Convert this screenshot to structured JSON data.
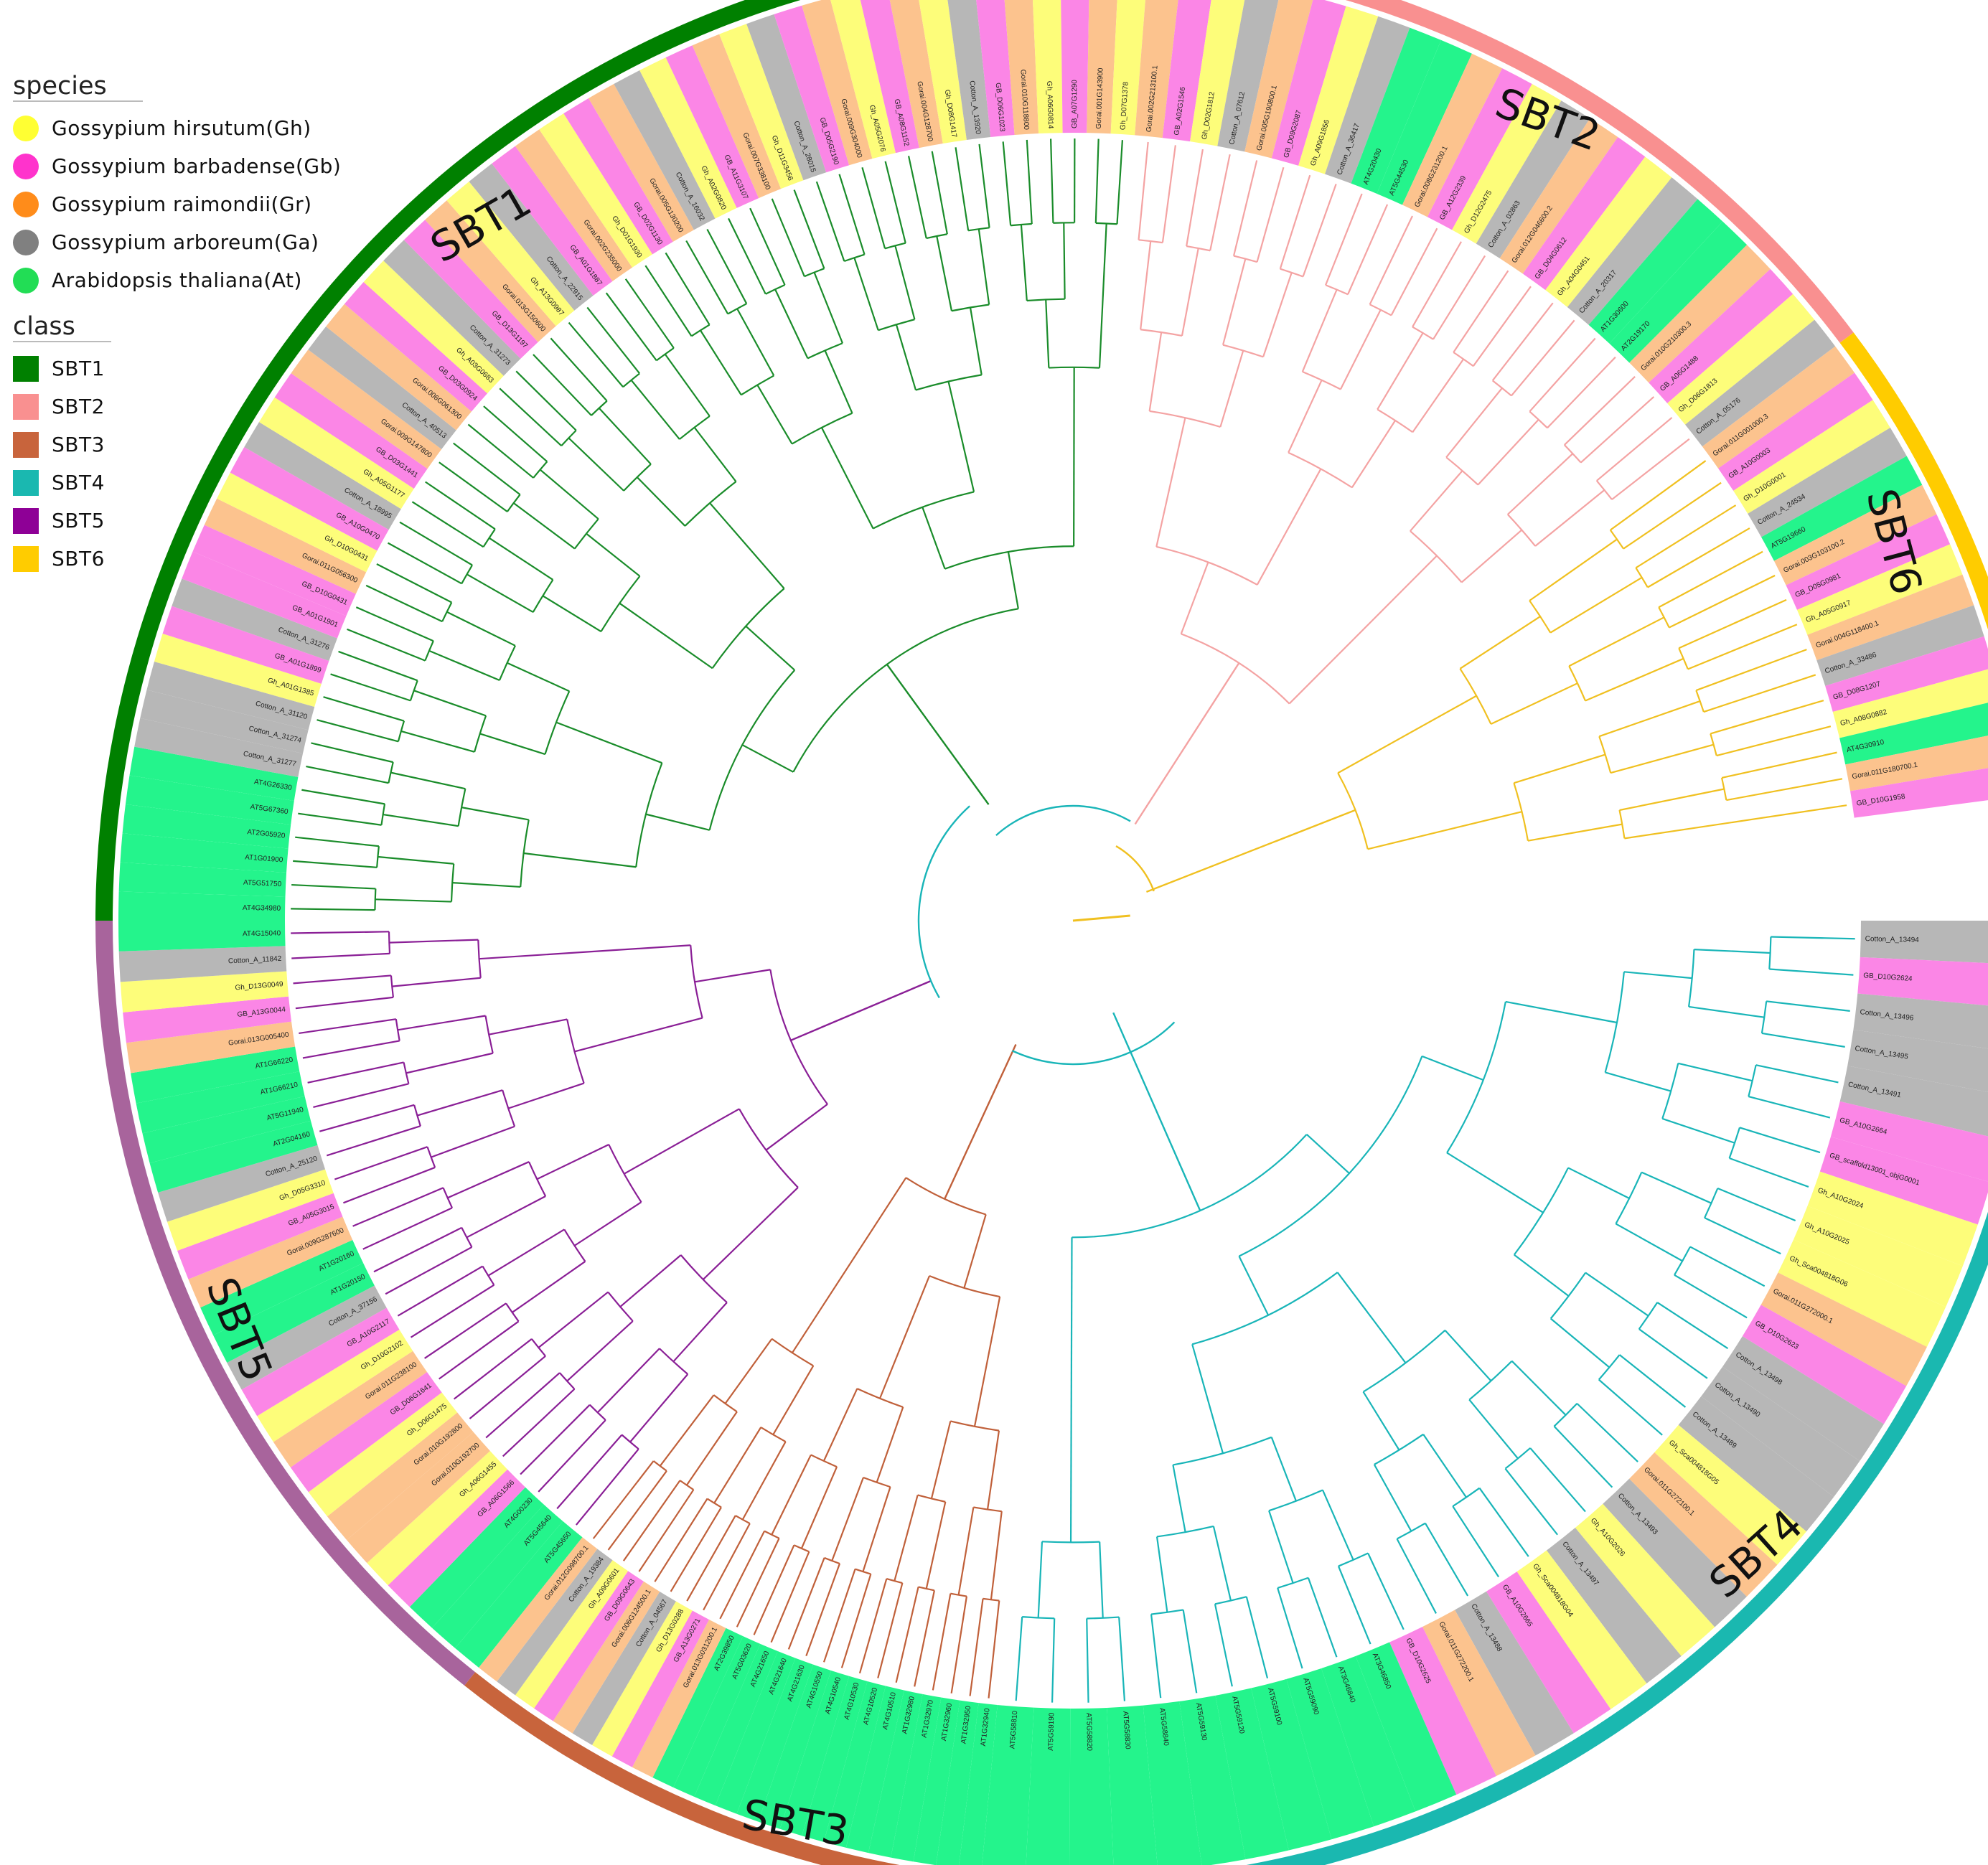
{
  "legend": {
    "species_title": "species",
    "species": [
      {
        "label": "Gossypium hirsutum(Gh)",
        "color": "#ffff33"
      },
      {
        "label": "Gossypium barbadense(Gb)",
        "color": "#ff33cc"
      },
      {
        "label": "Gossypium raimondii(Gr)",
        "color": "#ff8c1a"
      },
      {
        "label": "Gossypium arboreum(Ga)",
        "color": "#808080"
      },
      {
        "label": "Arabidopsis thaliana(At)",
        "color": "#22dd55"
      }
    ],
    "class_title": "class",
    "classes": [
      {
        "label": "SBT1",
        "color": "#008000"
      },
      {
        "label": "SBT2",
        "color": "#f99090"
      },
      {
        "label": "SBT3",
        "color": "#c8643c"
      },
      {
        "label": "SBT4",
        "color": "#1ab8b0"
      },
      {
        "label": "SBT5",
        "color": "#8e0096"
      },
      {
        "label": "SBT6",
        "color": "#ffcc00"
      }
    ]
  },
  "species_band_colors": {
    "Gh": "#fdfd7a",
    "Gb": "#fb86e6",
    "Gr": "#fcc38e",
    "Ga": "#b7b7b7",
    "At": "#24f48c"
  },
  "clades": [
    {
      "name": "SBT1",
      "branch_color": "#1a8c2a",
      "ring_color": "#008000",
      "start_deg": 180,
      "end_deg": 274.5
    },
    {
      "name": "SBT2",
      "branch_color": "#f4a3a3",
      "ring_color": "#f99090",
      "start_deg": 274.5,
      "end_deg": 323
    },
    {
      "name": "SBT6",
      "branch_color": "#f0c020",
      "ring_color": "#ffcc00",
      "start_deg": 323,
      "end_deg": 352.5
    },
    {
      "name": "SBT4",
      "branch_color": "#19b5b8",
      "ring_color": "#1ab8b0",
      "start_deg": 0,
      "end_deg": 95.5
    },
    {
      "name": "SBT3",
      "branch_color": "#c0603a",
      "ring_color": "#c8643c",
      "start_deg": 95.5,
      "end_deg": 128.5
    },
    {
      "name": "SBT5",
      "branch_color": "#8a1f96",
      "ring_color": "#a8649c",
      "start_deg": 128.5,
      "end_deg": 180
    }
  ],
  "leaf_labels": {
    "SBT1": [
      "AT4G34980",
      "AT5G51750",
      "AT1G01900",
      "AT2G05920",
      "AT5G67360",
      "AT4G26330",
      "Cotton_A_31277",
      "Cotton_A_31274",
      "Cotton_A_31120",
      "Gh_A01G1385",
      "GB_A01G1899",
      "Cotton_A_31276",
      "GB_A01G1901",
      "GB_D10G0431",
      "Gorai.011G056300",
      "Gh_D10G0431",
      "GB_A10G0470",
      "Cotton_A_18995",
      "Gh_A05G1177",
      "GB_D03G1441",
      "Gorai.009G147800",
      "Cotton_A_40513",
      "Gorai.006G061300",
      "GB_D03G0924",
      "Gh_A03G0683",
      "Cotton_A_31273",
      "GB_D13G1197",
      "Gorai.013G150600",
      "Gh_A13G0987",
      "Cotton_A_22915",
      "GB_A01G1887",
      "Gorai.002G235000",
      "Gh_D01G1930",
      "GB_D02G1130",
      "Gorai.005G130200",
      "Cotton_A_16032",
      "Gh_A02G0820",
      "GB_A11G3107",
      "Gorai.007G338100",
      "Gh_D11G3456",
      "Cotton_A_28015",
      "GB_D05G2190",
      "Gorai.009G304000",
      "Gh_A05G2076",
      "GB_A08G1152",
      "Gorai.004G128700",
      "Gh_D08G1417",
      "Cotton_A_13920",
      "GB_D06G1023",
      "Gorai.010G118800",
      "Gh_A06G0814",
      "GB_A07G1290",
      "Gorai.001G143900",
      "Gh_D07G1378"
    ],
    "SBT2": [
      "Gorai.002G213100.1",
      "GB_A02G1546",
      "Gh_D02G1812",
      "Cotton_A_07612",
      "Gorai.005G190800.1",
      "GB_D09G2087",
      "Gh_A09G1856",
      "Cotton_A_36417",
      "AT4G20430",
      "AT5G44530",
      "Gorai.008G231200.1",
      "GB_A12G2339",
      "Gh_D12G2475",
      "Cotton_A_02863",
      "Gorai.012G046600.2",
      "GB_D04G0612",
      "Gh_A04G0451",
      "Cotton_A_20317",
      "AT1G30600",
      "AT2G19170",
      "Gorai.010G210300.3",
      "GB_A06G1488",
      "Gh_D06G1813",
      "Cotton_A_05176"
    ],
    "SBT6": [
      "Gorai.011G001000.3",
      "GB_A10G0003",
      "Gh_D10G0001",
      "Cotton_A_24534",
      "AT5G19660",
      "Gorai.003G103100.2",
      "GB_D05G0981",
      "Gh_A05G0917",
      "Gorai.004G118400.1",
      "Cotton_A_33486",
      "GB_D08G1207",
      "Gh_A08G0882",
      "AT4G30910",
      "Gorai.011G180700.1",
      "GB_D10G1958"
    ],
    "SBT4": [
      "Cotton_A_13494",
      "GB_D10G2624",
      "Cotton_A_13496",
      "Cotton_A_13495",
      "Cotton_A_13491",
      "GB_A10G2664",
      "GB_scaffold13001_objG0001",
      "Gh_A10G2024",
      "Gh_A10G2025",
      "Gh_Sca004818G06",
      "Gorai.011G272000.1",
      "GB_D10G2623",
      "Cotton_A_13498",
      "Cotton_A_13490",
      "Cotton_A_13489",
      "Gh_Sca004818G05",
      "Gorai.011G272100.1",
      "Cotton_A_13493",
      "Gh_A10G2026",
      "Cotton_A_13497",
      "Gh_Sca004818G04",
      "GB_A10G2665",
      "Cotton_A_13488",
      "Gorai.011G272200.1",
      "GB_D10G2625",
      "AT3G46850",
      "AT3G46840",
      "AT5G59090",
      "AT5G59100",
      "AT5G59120",
      "AT5G59130",
      "AT5G58840",
      "AT5G58830",
      "AT5G58820",
      "AT5G59190",
      "AT5G58810"
    ],
    "SBT3": [
      "AT1G32940",
      "AT1G32950",
      "AT1G32960",
      "AT1G32970",
      "AT1G32980",
      "AT4G10510",
      "AT4G10520",
      "AT4G10530",
      "AT4G10540",
      "AT4G10550",
      "AT4G21630",
      "AT4G21640",
      "AT4G21650",
      "AT5G03620",
      "AT2G39850",
      "Gorai.013G031200.1",
      "GB_A13G0271",
      "Gh_D13G0288",
      "Cotton_A_04567",
      "Gorai.006G124500.1",
      "GB_D09G0643",
      "Gh_A09G0601",
      "Cotton_A_19384",
      "Gorai.012G098700.1"
    ],
    "SBT5": [
      "AT5G45650",
      "AT5G45640",
      "AT4G00230",
      "GB_A06G1566",
      "Gh_A06G1455",
      "Gorai.010G192700",
      "Gorai.010G192800",
      "Gh_D06G1475",
      "GB_D06G1641",
      "Gorai.011G238100",
      "Gh_D10G2102",
      "GB_A10G2117",
      "Cotton_A_37156",
      "AT1G20150",
      "AT1G20160",
      "Gorai.009G287600",
      "GB_A05G3015",
      "Gh_D05G3310",
      "Cotton_A_25120",
      "AT2G04160",
      "AT5G11940",
      "AT1G66210",
      "AT1G66220",
      "Gorai.013G005400",
      "GB_A13G0044",
      "Gh_D13G0049",
      "Cotton_A_11842",
      "AT4G15040"
    ]
  }
}
